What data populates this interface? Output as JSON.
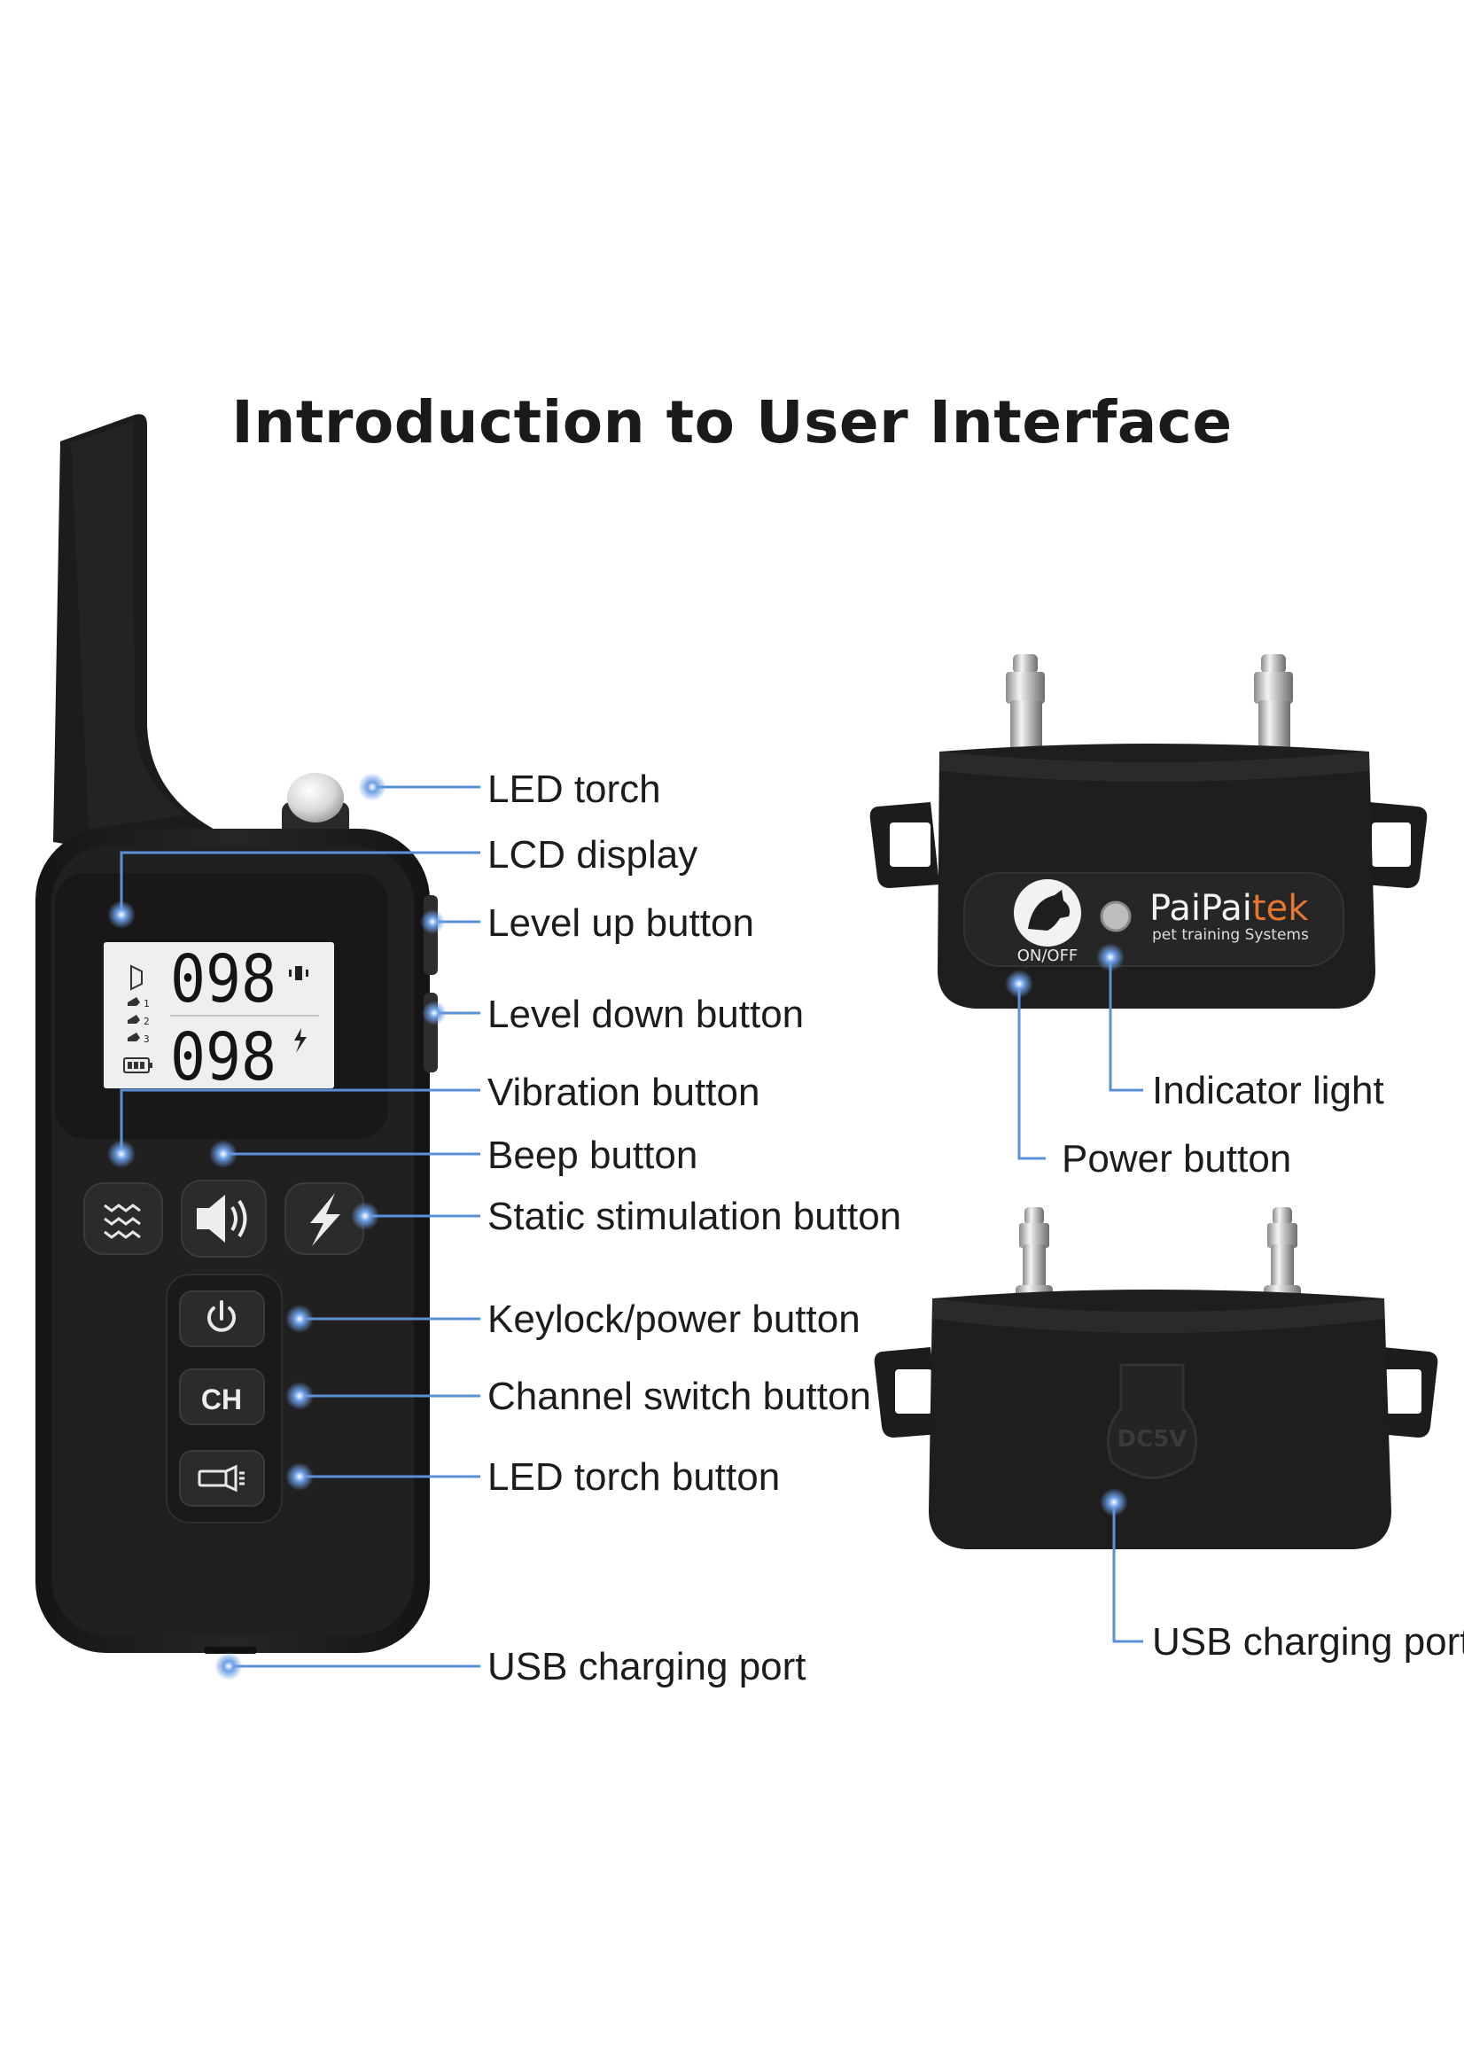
{
  "title": "Introduction to User Interface",
  "colors": {
    "device_body": "#1b1b1b",
    "device_face": "#242424",
    "leader_line": "#5b8fd6",
    "lcd_background": "#efefef",
    "brand_accent": "#e8772e"
  },
  "transmitter": {
    "lcd": {
      "upper_value": "098",
      "lower_value": "098",
      "dog_markers": [
        "1",
        "2",
        "3"
      ]
    },
    "buttons": {
      "vibration_icon": "vibration-icon",
      "beep_icon": "speaker-icon",
      "static_icon": "lightning-icon",
      "power_icon": "power-icon",
      "channel_label": "CH",
      "torch_icon": "flashlight-icon"
    },
    "labels": {
      "led_torch": "LED torch",
      "lcd_display": "LCD display",
      "level_up": "Level up button",
      "level_down": "Level down button",
      "vibration": "Vibration button",
      "beep": "Beep button",
      "static": "Static stimulation button",
      "keylock": "Keylock/power button",
      "channel": "Channel switch button",
      "torch_button": "LED torch button",
      "usb": "USB charging port"
    }
  },
  "receiver": {
    "brand_part1": "PaiPai",
    "brand_part2": "tek",
    "brand_tagline": "pet training Systems",
    "switch_label": "ON/OFF",
    "port_cover_text": "DC5V",
    "labels": {
      "indicator": "Indicator light",
      "power": "Power button",
      "usb": "USB charging port"
    }
  }
}
